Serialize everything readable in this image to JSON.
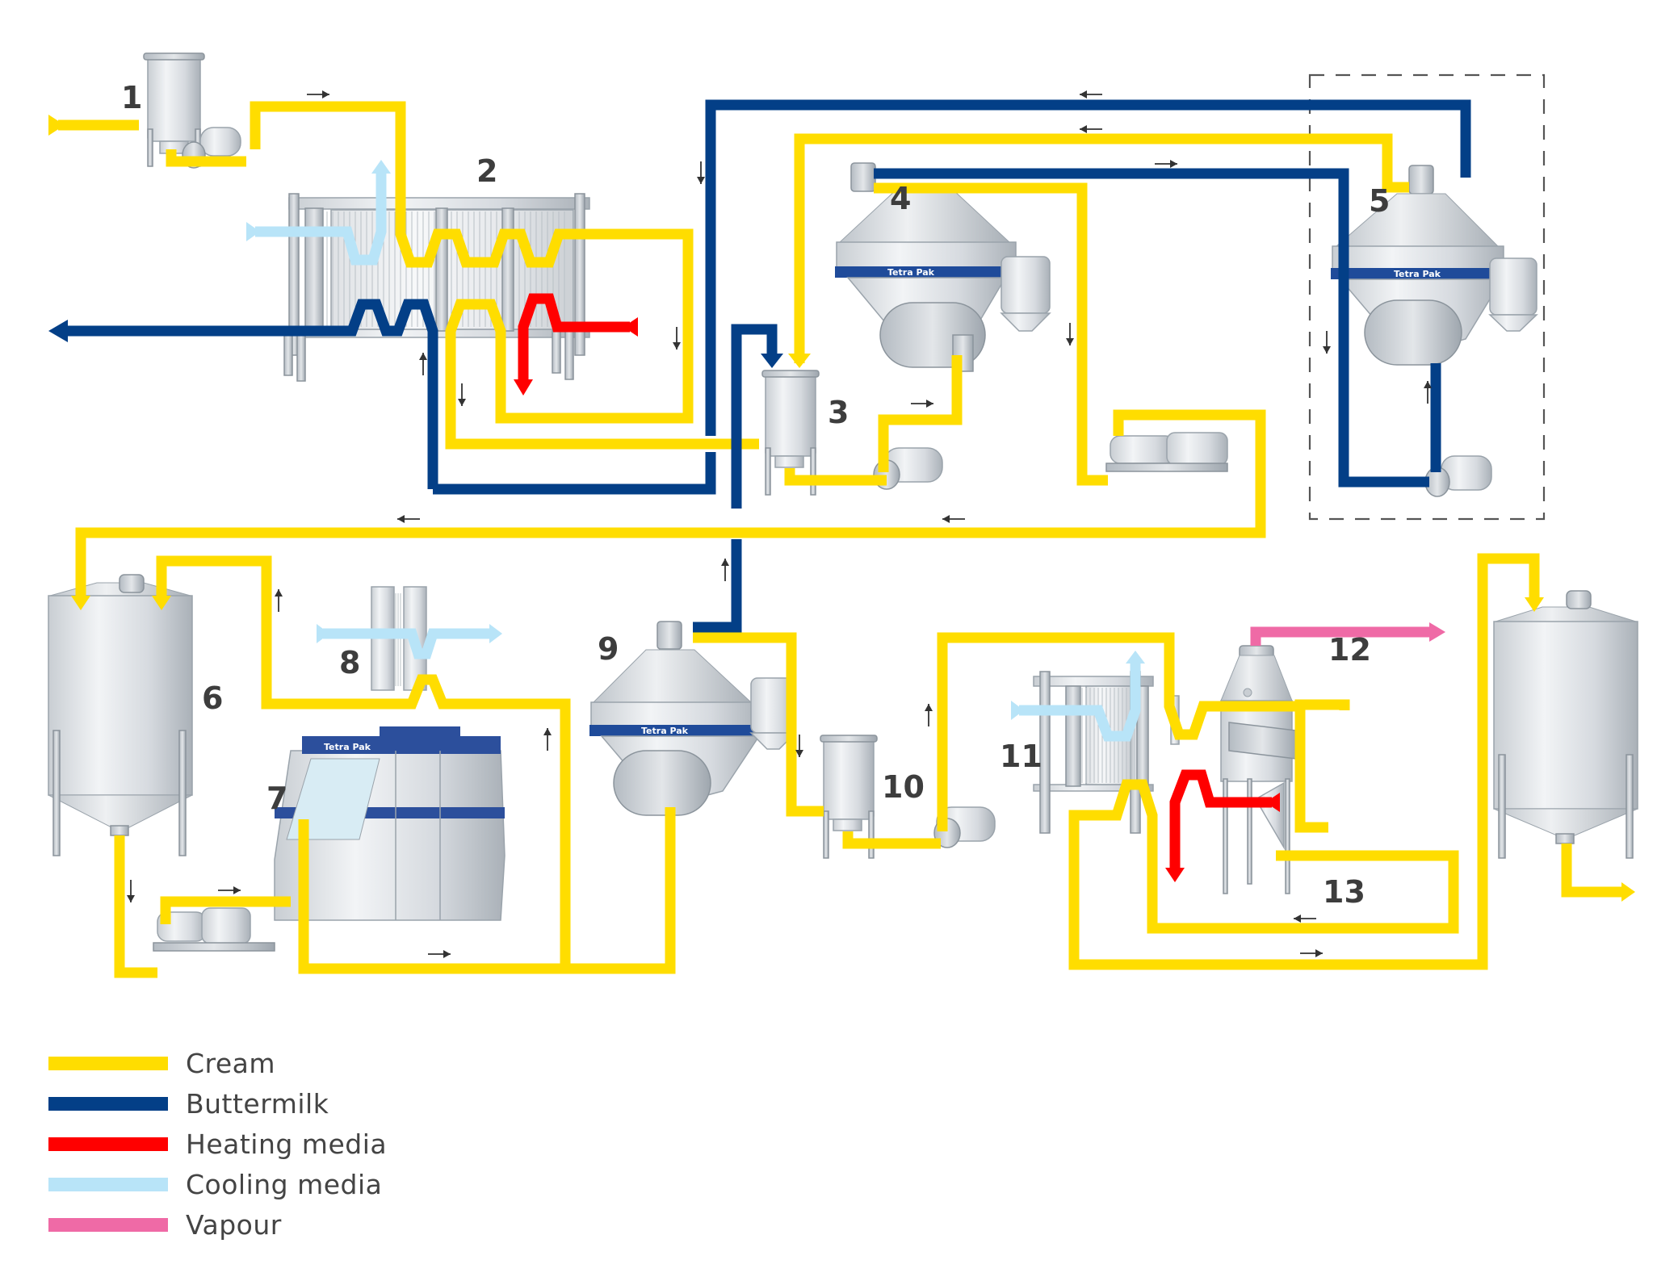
{
  "colors": {
    "cream": "#FFDD00",
    "buttermilk": "#033F87",
    "heating_media": "#FF0000",
    "cooling_media": "#B8E4F8",
    "vapour": "#EF6AA6",
    "label_text": "#3D3D3D",
    "flow_arrow": "#333333",
    "brand_band": "#1F4B9A"
  },
  "equipment_labels": [
    "1",
    "2",
    "3",
    "4",
    "5",
    "6",
    "7",
    "8",
    "9",
    "10",
    "11",
    "12",
    "13"
  ],
  "equipment": [
    {
      "number": "1",
      "type": "balance tank"
    },
    {
      "number": "2",
      "type": "plate heat exchanger"
    },
    {
      "number": "3",
      "type": "tank"
    },
    {
      "number": "4",
      "type": "separator"
    },
    {
      "number": "5",
      "type": "separator"
    },
    {
      "number": "6",
      "type": "tank"
    },
    {
      "number": "7",
      "type": "machine"
    },
    {
      "number": "8",
      "type": "plate heat exchanger"
    },
    {
      "number": "9",
      "type": "separator"
    },
    {
      "number": "10",
      "type": "tank"
    },
    {
      "number": "11",
      "type": "plate heat exchanger"
    },
    {
      "number": "12",
      "type": "vacuum vessel"
    },
    {
      "number": "13",
      "type": "tank"
    }
  ],
  "brand_text": "Tetra Pak",
  "legend": [
    {
      "key": "cream",
      "label": "Cream",
      "color": "#FFDD00"
    },
    {
      "key": "buttermilk",
      "label": "Buttermilk",
      "color": "#033F87"
    },
    {
      "key": "heating_media",
      "label": "Heating media",
      "color": "#FF0000"
    },
    {
      "key": "cooling_media",
      "label": "Cooling media",
      "color": "#B8E4F8"
    },
    {
      "key": "vapour",
      "label": "Vapour",
      "color": "#EF6AA6"
    }
  ]
}
